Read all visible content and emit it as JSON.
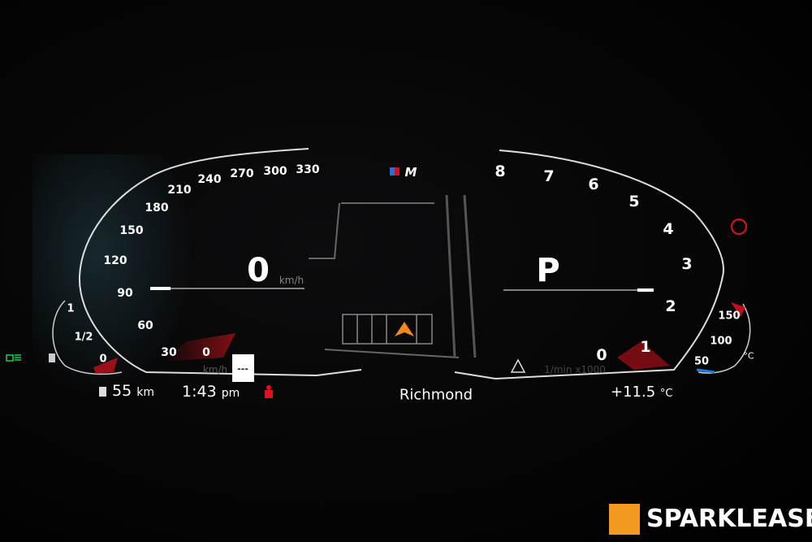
{
  "brand": {
    "logo": "M",
    "watermark": "SPARKLEASE",
    "watermark_color": "#f29a1f"
  },
  "speedometer": {
    "ticks": [
      "330",
      "300",
      "270",
      "240",
      "210",
      "180",
      "150",
      "120",
      "90",
      "60",
      "30",
      "0"
    ],
    "value": "0",
    "unit": "km/h",
    "limit_unit": "km/h",
    "limit_value": "---"
  },
  "tachometer": {
    "ticks": [
      "8",
      "7",
      "6",
      "5",
      "4",
      "3",
      "2",
      "1",
      "0"
    ],
    "gear": "P",
    "unit": "1/min x1000"
  },
  "fuel_gauge": {
    "ticks": [
      "1",
      "1/2",
      "0"
    ]
  },
  "oil_temp_gauge": {
    "ticks": [
      "150",
      "100",
      "50"
    ],
    "unit": "°C"
  },
  "status": {
    "range_value": "55",
    "range_unit": "km",
    "time": "1:43",
    "time_suffix": "pm",
    "location": "Richmond",
    "outside_temp": "+11.5",
    "outside_temp_unit": "°C"
  },
  "icons": [
    "parking-brake-icon",
    "seatbelt-warning-icon",
    "headlight-icon",
    "fuel-pump-icon",
    "warning-triangle-icon",
    "navigation-arrow-icon"
  ],
  "colors": {
    "accent_red": "#e0141e",
    "warning_red": "#e01020",
    "light_green": "#19d24a",
    "nav_orange": "#f08a1a",
    "cold_blue": "#1e7de0"
  }
}
